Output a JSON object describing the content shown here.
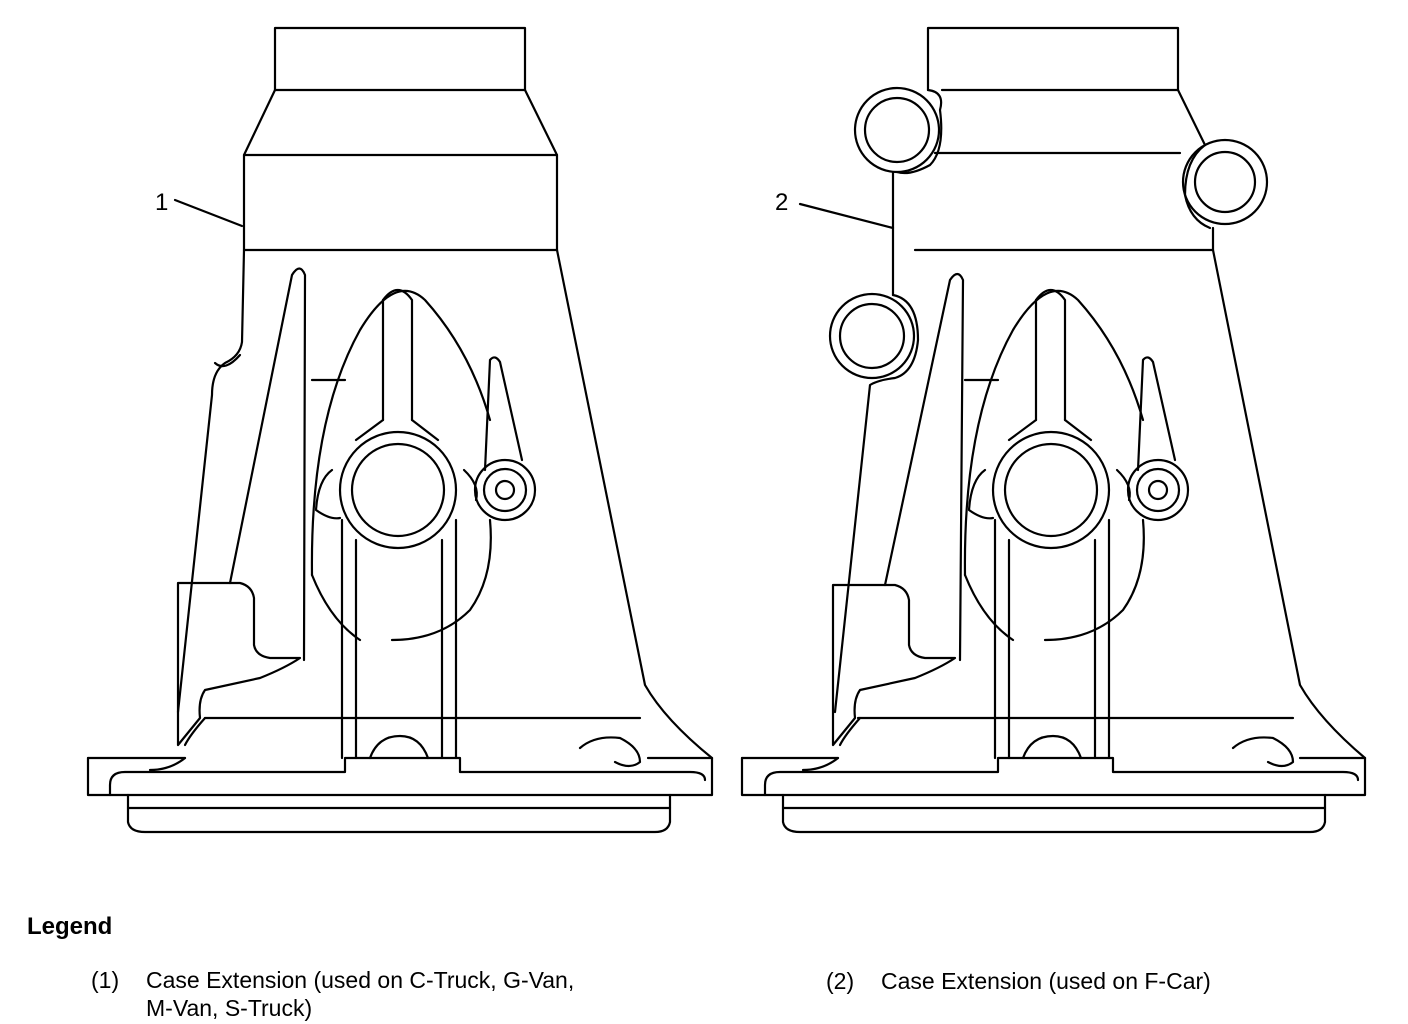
{
  "callouts": [
    {
      "label": "1"
    },
    {
      "label": "2"
    }
  ],
  "legend": {
    "title": "Legend",
    "items": [
      {
        "num": "(1)",
        "lines": [
          "Case Extension (used on C-Truck, G-Van,",
          "M-Van, S-Truck)"
        ]
      },
      {
        "num": "(2)",
        "lines": [
          "Case Extension (used on F-Car)"
        ]
      }
    ]
  }
}
